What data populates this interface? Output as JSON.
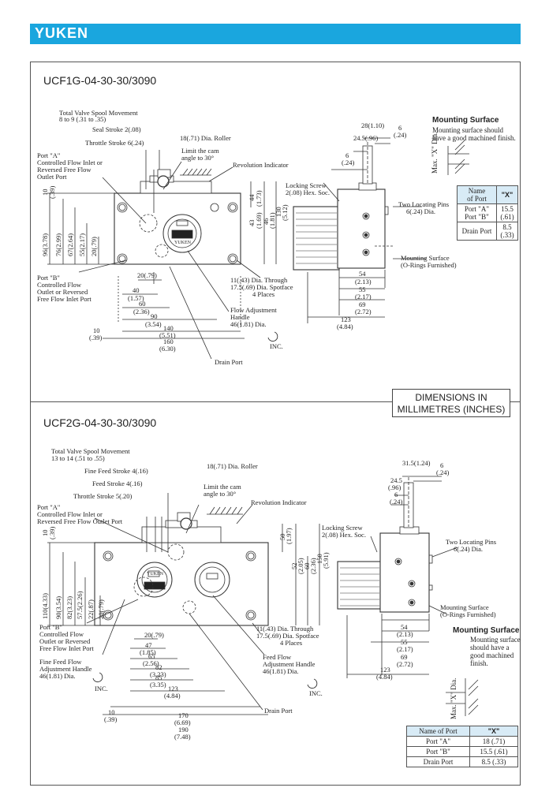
{
  "header": {
    "brand": "YUKEN",
    "band_color": "#1aa6de"
  },
  "units_note": {
    "line1": "DIMENSIONS IN",
    "line2": "MILLIMETRES (INCHES)"
  },
  "top": {
    "model": "UCF1G-04-30-30/3090",
    "labels": {
      "spool_title": "Total Valve Spool Movement",
      "spool_value": "8 to 9 (.31 to .35)",
      "seal": "Seal Stroke 2(.08)",
      "throttle": "Throttle Stroke 6(.24)",
      "port_a_1": "Port \"A\"",
      "port_a_2": "Controlled Flow Inlet or",
      "port_a_3": "Reversed Free Flow",
      "port_a_4": "Outlet Port",
      "roller": "18(.71) Dia. Roller",
      "cam1": "Limit the cam",
      "cam2": "angle to 30°",
      "rev": "Revolution Indicator",
      "port_b_1": "Port \"B\"",
      "port_b_2": "Controlled Flow",
      "port_b_3": "Outlet or Reversed",
      "port_b_4": "Free Flow Inlet Port",
      "through1": "11(.43) Dia. Through",
      "through2": "17.5(.69) Dia. Spotface",
      "through3": "4 Places",
      "flow1": "Flow Adjustment",
      "flow2": "Handle",
      "flow3": "46(1.81) Dia.",
      "inc": "INC.",
      "drain": "Drain Port",
      "d_20": "20(.79)",
      "d_40": "40",
      "d_40i": "(1.57)",
      "d_60": "60",
      "d_60i": "(2.36)",
      "d_90": "90",
      "d_90i": "(3.54)",
      "d_140": "140",
      "d_140i": "(5.51)",
      "d_160": "160",
      "d_160i": "(6.30)",
      "d_10": "10",
      "d_10i": "(.39)",
      "v_10": "10",
      "v_10i": "(.39)",
      "v_96": "96(3.78)",
      "v_76": "76(2.99)",
      "v_67": "67(2.64)",
      "v_55": "55(2.17)",
      "v_20": "20(.79)",
      "v_44": "44",
      "v_44i": "(1.73)",
      "v_43": "43",
      "v_43i": "(1.69)",
      "v_46": "46",
      "v_46i": "(1.81)",
      "v_130": "130",
      "v_130i": "(5.12)",
      "s_28": "28(1.10)",
      "s_6a": "6",
      "s_6ai": "(.24)",
      "s_245": "24.5(.96)",
      "s_6b": "6",
      "s_6bi": "(.24)",
      "lock1": "Locking Screw",
      "lock2": "2(.08) Hex. Soc.",
      "pins1": "Two Locating Pins",
      "pins2": "6(.24) Dia.",
      "mount1": "Mounting Surface",
      "mount2": "(O-Rings Furnished)",
      "s_54": "54",
      "s_54i": "(2.13)",
      "s_55": "55",
      "s_55i": "(2.17)",
      "s_69": "69",
      "s_69i": "(2.72)",
      "s_123": "123",
      "s_123i": "(4.84)",
      "plate": "YUKEN"
    },
    "mounting": {
      "title": "Mounting Surface",
      "desc1": "Mounting surface should",
      "desc2": "have a good machined finish.",
      "max": "Max. \"X\" Dia."
    },
    "table": {
      "h1a": "Name",
      "h1b": "of Port",
      "h2": "\"X\"",
      "r1a": "Port \"A\"",
      "r1b": "Port \"B\"",
      "r1v1": "15.5",
      "r1v2": "(.61)",
      "r2a": "Drain Port",
      "r2v1": "8.5",
      "r2v2": "(.33)"
    }
  },
  "bottom": {
    "model": "UCF2G-04-30-30/3090",
    "labels": {
      "spool_title": "Total Valve Spool Movement",
      "spool_value": "13 to 14 (.51 to .55)",
      "fine": "Fine Feed Stroke 4(.16)",
      "feed": "Feed Stroke 4(.16)",
      "throttle": "Throttle Stroke 5(.20)",
      "port_a_1": "Port \"A\"",
      "port_a_2": "Controlled Flow Inlet or",
      "port_a_3": "Reversed Free Flow Outlet Port",
      "roller": "18(.71) Dia. Roller",
      "cam1": "Limit the cam",
      "cam2": "angle to 30°",
      "rev": "Revolution Indicator",
      "port_b_1": "Port \"B\"",
      "port_b_2": "Controlled Flow",
      "port_b_3": "Outlet or Reversed",
      "port_b_4": "Free Flow Inlet Port",
      "fine1": "Fine Feed Flow",
      "fine2": "Adjustment Handle",
      "fine3": "46(1.81) Dia.",
      "inc1": "INC.",
      "through1": "11(.43) Dia. Through",
      "through2": "17.5(.69) Dia. Spotface",
      "through3": "4 Places",
      "feed1": "Feed Flow",
      "feed2": "Adjustment Handle",
      "feed3": "46(1.81) Dia.",
      "inc2": "INC.",
      "drain": "Drain Port",
      "d_20": "20(.79)",
      "d_47": "47",
      "d_47i": "(1.85)",
      "d_65": "65",
      "d_65i": "(2.56)",
      "d_82": "82",
      "d_82i": "(3.23)",
      "d_85": "85",
      "d_85i": "(3.35)",
      "d_123": "123",
      "d_123i": "(4.84)",
      "d_170": "170",
      "d_170i": "(6.69)",
      "d_190": "190",
      "d_190i": "(7.48)",
      "d_10": "10",
      "d_10i": "(.39)",
      "v_10": "10",
      "v_10i": "(.39)",
      "v_110": "110(4.33)",
      "v_90": "90(3.54)",
      "v_82": "82(3.23)",
      "v_575": "57.5(2.26)",
      "v_22": "22(.87)",
      "v_20": "20(.79)",
      "v_50": "50",
      "v_50i": "(1.97)",
      "v_52": "52",
      "v_52i": "(2.05)",
      "v_60": "60",
      "v_60i": "(2.36)",
      "v_150": "150",
      "v_150i": "(5.91)",
      "s_315": "31.5(1.24)",
      "s_6a": "6",
      "s_6ai": "(.24)",
      "s_245": "24.5",
      "s_245i": "(.96)",
      "s_6b": "6",
      "s_6bi": "(.24)",
      "lock1": "Locking Screw",
      "lock2": "2(.08) Hex. Soc.",
      "pins1": "Two Locating Pins",
      "pins2": "6(.24) Dia.",
      "mount1": "Mounting Surface",
      "mount2": "(O-Rings Furnished)",
      "s_54": "54",
      "s_54i": "(2.13)",
      "s_55": "55",
      "s_55i": "(2.17)",
      "s_69": "69",
      "s_69i": "(2.72)",
      "s_123": "123",
      "s_123i": "(4.84)",
      "plate": "YUKEN"
    },
    "mounting": {
      "title": "Mounting Surface",
      "desc1": "Mounting surface",
      "desc2": "should have a",
      "desc3": "good machined",
      "desc4": "finish.",
      "max": "Max. \"X\" Dia."
    },
    "table": {
      "h1": "Name of Port",
      "h2": "\"X\"",
      "r1a": "Port \"A\"",
      "r1b": "18 (.71)",
      "r2a": "Port \"B\"",
      "r2b": "15.5 (.61)",
      "r3a": "Drain Port",
      "r3b": "8.5 (.33)"
    }
  }
}
